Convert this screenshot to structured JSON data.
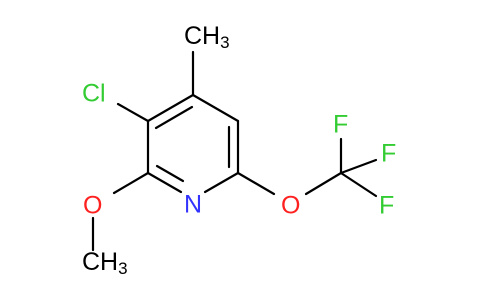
{
  "molecule": {
    "atoms": {
      "methyl_top": {
        "symbol": "CH",
        "subscript": "3",
        "color": "#000000"
      },
      "chlorine": {
        "symbol": "Cl",
        "subscript": "",
        "color": "#33cc33"
      },
      "nitrogen": {
        "symbol": "N",
        "subscript": "",
        "color": "#3333ff"
      },
      "oxygen_left": {
        "symbol": "O",
        "subscript": "",
        "color": "#ff2020"
      },
      "methyl_bottom": {
        "symbol": "CH",
        "subscript": "3",
        "color": "#000000"
      },
      "oxygen_right": {
        "symbol": "O",
        "subscript": "",
        "color": "#ff2020"
      },
      "fluorine_1": {
        "symbol": "F",
        "subscript": "",
        "color": "#33cc33"
      },
      "fluorine_2": {
        "symbol": "F",
        "subscript": "",
        "color": "#33cc33"
      },
      "fluorine_3": {
        "symbol": "F",
        "subscript": "",
        "color": "#33cc33"
      }
    }
  }
}
